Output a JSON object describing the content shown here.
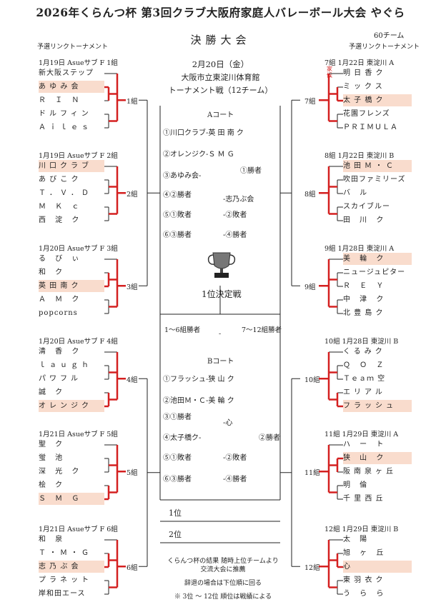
{
  "header": {
    "title": "2026年くらんつ杯 第3回クラブ大阪府家庭人バレーボール大会 やぐら",
    "subtitle": "決勝大会",
    "teams_count": "60チーム",
    "left_note": "予選リンクトーナメント",
    "right_note": "予選リンクトーナメント"
  },
  "center": {
    "date": "2月20日（金）",
    "venue": "大阪市立東淀川体育館",
    "format": "トーナメント戦（12チーム）",
    "court_a": "Aコート",
    "court_a_rows": [
      "①川口クラブ-英 田 南 ク",
      "②オレンジク-Ｓ Ｍ Ｇ",
      "③あゆみ会-",
      "①勝者",
      "④②勝者",
      "-志乃ぶ会",
      "⑤①敗者",
      "-②敗者",
      "⑥③勝者",
      "-④勝者"
    ],
    "final_label": "1位決定戦",
    "winners_left": "1〜6組勝者",
    "winners_mid": "-",
    "winners_right": "7〜12組勝者",
    "court_b": "Bコート",
    "court_b_rows": [
      "①フラッシュ-狭 山 ク",
      "②池田Ｍ・Ｃ-美 輪 ク",
      "③①勝者",
      "-心",
      "④太子橋ク-",
      "②勝者",
      "⑤①敗者",
      "-②敗者",
      "⑥③勝者",
      "-④勝者"
    ],
    "rank1": "1位",
    "rank2": "2位",
    "notes": [
      "くらんつ杯の結果 随時上位チームより",
      "交流大会に推薦",
      "辞退の場合は下位順に回る",
      "※ 3位 〜 12位 順位は戦績による"
    ]
  },
  "left_groups": [
    {
      "header": "1月19日 Asueサブ F 1組",
      "label": "1組",
      "teams": [
        "新大阪ステップ",
        "あ ゆ み 会",
        "Ｒ Ｉ Ｎ",
        "ドルフィン",
        "Ａｉｌｅｓ"
      ]
    },
    {
      "header": "1月19日 Asueサブ F 2組",
      "label": "2組",
      "teams": [
        "川口クラブ",
        "あ び こ ク",
        "Ｔ．Ｖ．Ｄ",
        "Ｍ Ｋ ｃ",
        "西 淀 ク"
      ]
    },
    {
      "header": "1月20日 Asueサブ F 3組",
      "label": "3組",
      "teams": [
        "る び ぃ",
        "和 ク",
        "英 田 南 ク",
        "Ａ Ｍ ク",
        "popcorns"
      ]
    },
    {
      "header": "1月20日 Asueサブ F 4組",
      "label": "4組",
      "teams": [
        "清 香 ク",
        "ｌａｕｇｈ",
        "パワフル",
        "誠 ク",
        "オレンジク"
      ]
    },
    {
      "header": "1月21日 Asueサブ F 5組",
      "label": "5組",
      "teams": [
        "聖 ク",
        "蛍 池",
        "深 光 ク",
        "桧 ク",
        "Ｓ Ｍ Ｇ"
      ]
    },
    {
      "header": "1月21日 Asueサブ F 6組",
      "label": "6組",
      "teams": [
        "和 泉",
        "Ｔ・Ｍ・Ｇ",
        "志 乃 ぶ 会",
        "プラネット",
        "岸和田エース"
      ]
    }
  ],
  "right_groups": [
    {
      "header": "7組 1月22日 東淀川 A",
      "label": "7組",
      "teams": [
        "明 日 香 ク",
        "ミックス",
        "太 子 橋 ク",
        "花園フレンズ",
        "ＰＲＩＭＵＬＡ"
      ],
      "badge": "家候"
    },
    {
      "header": "8組 1月22日 東淀川 B",
      "label": "8組",
      "teams": [
        "池田Ｍ・Ｃ",
        "吹田ファミリーズ",
        "バ ル",
        "スカイブルー",
        "田 川 ク"
      ]
    },
    {
      "header": "9組 1月28日 東淀川 A",
      "label": "9組",
      "teams": [
        "美 輪 ク",
        "ニュージュピター",
        "Ｒ Ｅ Ｙ",
        "中 津 ク",
        "北 豊 島 ク"
      ]
    },
    {
      "header": "10組 1月28日 東淀川 B",
      "label": "10組",
      "teams": [
        "くるみク",
        "Ｑ Ｏ Ｚ",
        "Ｔｅａｍ 空",
        "エリアル",
        "フラッシュ"
      ]
    },
    {
      "header": "11組 1月29日 東淀川 A",
      "label": "11組",
      "teams": [
        "ハ ー ト",
        "狭 山 ク",
        "阪南泉ヶ丘",
        "明 倫",
        "千 里 西 丘"
      ]
    },
    {
      "header": "12組 1月29日 東淀川 B",
      "label": "12組",
      "teams": [
        "太 陽",
        "旭 ヶ 丘",
        "心",
        "東 羽 衣 ク",
        "う ら ら"
      ]
    }
  ]
}
